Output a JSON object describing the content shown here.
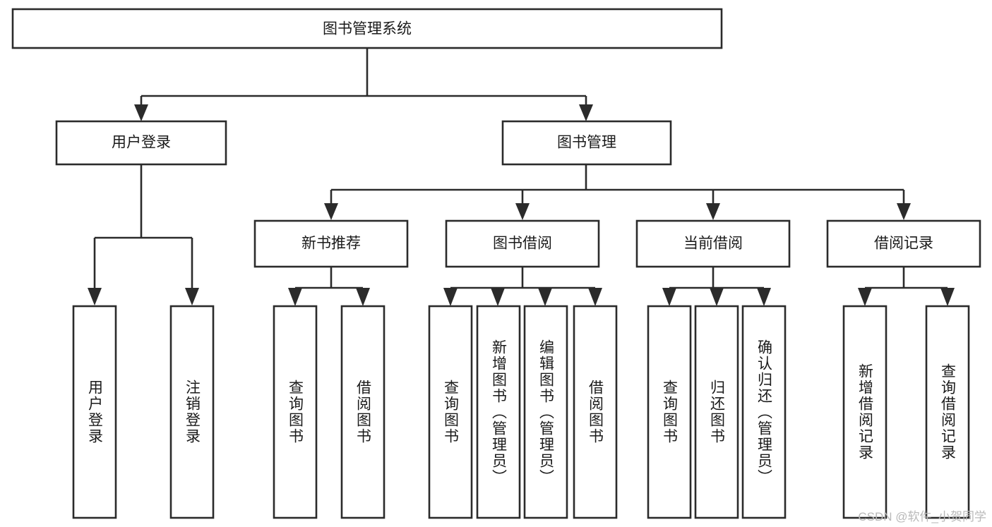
{
  "diagram": {
    "type": "tree",
    "title": "图书管理系统",
    "watermark": "CSDN @软件_小贺同学",
    "colors": {
      "stroke": "#2b2b2b",
      "box_fill": "#ffffff",
      "text": "#1a1a1a",
      "watermark": "#b9b9b9",
      "background": "#ffffff"
    },
    "root": {
      "label": "图书管理系统"
    },
    "level1": [
      {
        "label": "用户登录"
      },
      {
        "label": "图书管理"
      }
    ],
    "level2": [
      {
        "label": "新书推荐"
      },
      {
        "label": "图书借阅"
      },
      {
        "label": "当前借阅"
      },
      {
        "label": "借阅记录"
      }
    ],
    "leaves": {
      "user_login": [
        {
          "label": "用户登录"
        },
        {
          "label": "注销登录"
        }
      ],
      "new_book_recommend": [
        {
          "label": "查询图书"
        },
        {
          "label": "借阅图书"
        }
      ],
      "book_borrow": [
        {
          "label": "查询图书"
        },
        {
          "label": "新增图书（管理员）"
        },
        {
          "label": "编辑图书（管理员）"
        },
        {
          "label": "借阅图书"
        }
      ],
      "current_borrow": [
        {
          "label": "查询图书"
        },
        {
          "label": "归还图书"
        },
        {
          "label": "确认归还（管理员）"
        }
      ],
      "borrow_record": [
        {
          "label": "新增借阅记录"
        },
        {
          "label": "查询借阅记录"
        }
      ]
    }
  }
}
